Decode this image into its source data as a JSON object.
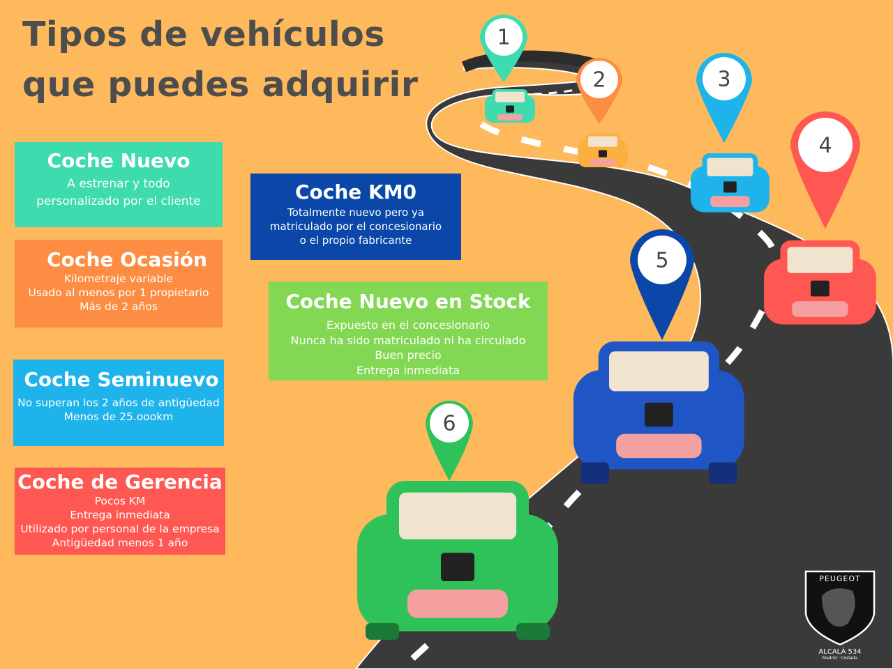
{
  "title": {
    "line1": "Tipos de vehículos",
    "line2": "que puedes adquirir"
  },
  "cards": {
    "nuevo": {
      "title": "Coche Nuevo",
      "lines": [
        "A estrenar y todo",
        "personalizado por el cliente"
      ],
      "color": "#3ddbae"
    },
    "ocasion": {
      "title": "Coche Ocasión",
      "lines": [
        "Kilometraje variable",
        "Usado al menos por 1 propietario",
        "Más de 2 años"
      ],
      "color": "#fd8d42"
    },
    "seminuevo": {
      "title": "Coche Seminuevo",
      "lines": [
        "No superan los 2 años de antigüedad",
        "Menos de 25.oookm"
      ],
      "color": "#1eb3ea"
    },
    "gerencia": {
      "title": "Coche de Gerencia",
      "lines": [
        "Pocos KM",
        "Entrega inmediata",
        "Utilizado por personal de la empresa",
        "Antigüedad menos 1 año"
      ],
      "color": "#ff5752"
    },
    "km0": {
      "title": "Coche KM0",
      "lines": [
        "Totalmente nuevo pero ya",
        "matriculado por el concesionario",
        "o el propio fabricante"
      ],
      "color": "#0a47a8"
    },
    "stock": {
      "title": "Coche Nuevo en Stock",
      "lines": [
        "Expuesto en el concesionario",
        "Nunca ha sido matriculado ni ha circulado",
        "Buen precio",
        "Entrega inmediata"
      ],
      "color": "#82d852"
    }
  },
  "pins": [
    {
      "number": "1",
      "color": "#3ddbae"
    },
    {
      "number": "2",
      "color": "#fd8d42"
    },
    {
      "number": "3",
      "color": "#1eb3ea"
    },
    {
      "number": "4",
      "color": "#ff5752"
    },
    {
      "number": "5",
      "color": "#0a47a8"
    },
    {
      "number": "6",
      "color": "#2fc25a"
    }
  ],
  "brand": {
    "name": "PEUGEOT",
    "dealer": "ALCALÁ 534",
    "location": "Madrid · Coslada"
  },
  "colors": {
    "background": "#fdb95b",
    "title": "#4d4d4d",
    "road": "#3a3a3a"
  }
}
